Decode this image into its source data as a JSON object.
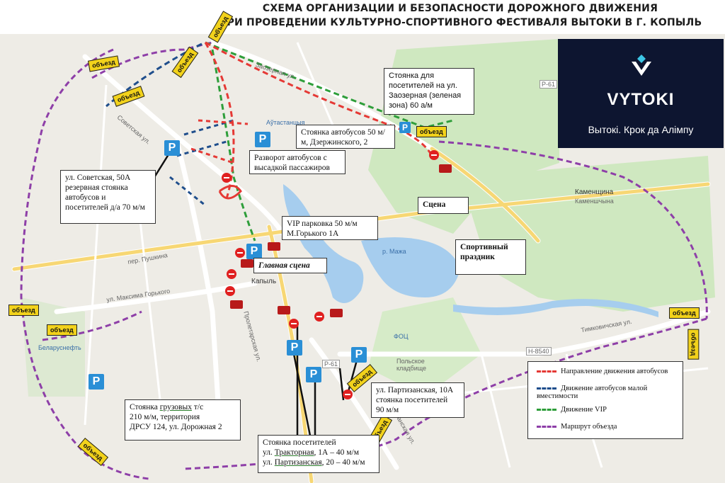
{
  "title_line1": "СХЕМА ОРГАНИЗАЦИИ И БЕЗОПАСНОСТИ ДОРОЖНОГО ДВИЖЕНИЯ",
  "title_line2": "ПРИ ПРОВЕДЕНИИ КУЛЬТУРНО-СПОРТИВНОГО ФЕСТИВАЛЯ ВЫТОКИ В Г. КОПЫЛЬ",
  "logo": {
    "word": "VYTOKI",
    "slogan": "Вытокі. Крок да Алімпу"
  },
  "colors": {
    "bus": "#e53935",
    "small_bus": "#1f4e8c",
    "vip": "#2e9e3a",
    "detour": "#8e3fa8",
    "parking": "#2a8fd6",
    "detour_sign": "#f2d21b"
  },
  "callouts": {
    "parking_zaozernaya": "Стоянка для посетителей на ул. Заозерная (зеленая зона) 60 а/м",
    "bus_dzerzhinskogo": "Стоянка автобусов 50 м/м, Дзержинского, 2",
    "bus_turn": "Разворот автобусов с высадкой пассажиров",
    "sovetskaya_l1": "ул. Советская, 50А",
    "sovetskaya_l2": "резервная стоянка",
    "sovetskaya_l3": "автобусов и",
    "sovetskaya_l4": "посетителей д/а 70 м/м",
    "vip_l1": "VIP парковка 50 м/м",
    "vip_l2": "М.Горького 1А",
    "main_stage": "Главная сцена",
    "stage": "Сцена",
    "sport_l1": "Спортивный",
    "sport_l2": "праздник",
    "trucks_l1a": "Стоянка ",
    "trucks_l1b": "грузовых",
    "trucks_l1c": " т/с",
    "trucks_l2": "210 м/м, территория",
    "trucks_l3": "ДРСУ 124, ул. Дорожная 2",
    "partizanskaya_l1": "ул. Партизанская, 10А",
    "partizanskaya_l2": "стоянка посетителей",
    "partizanskaya_l3": "90 м/м",
    "visitors_l1": "Стоянка посетителей",
    "visitors_l2a": "ул. ",
    "visitors_l2b": "Тракторная",
    "visitors_l2c": ", 1А – 40 м/м",
    "visitors_l3a": "ул. ",
    "visitors_l3b": "Партизанская",
    "visitors_l3c": ", 20 – 40 м/м"
  },
  "legend": [
    {
      "label": "Направление движения автобусов",
      "color": "#e53935"
    },
    {
      "label": "Движение автобусов малой вместимости",
      "color": "#1f4e8c"
    },
    {
      "label": "Движение VIP",
      "color": "#2e9e3a"
    },
    {
      "label": "Маршрут объезда",
      "color": "#8e3fa8"
    }
  ],
  "detour_sign": "объезд",
  "parking_letter": "P",
  "map_labels": {
    "sovetskaya": "Советская ул.",
    "maxim_gorky": "ул. Максима Горького",
    "timkovichskaya": "Тимковичская ул.",
    "zaozernaya": "Заозерная ул.",
    "kamenshchina1": "Каменщина",
    "kamenshchina2": "Каменшчына",
    "kopyl": "Капыль",
    "river": "р. Мажа",
    "fok": "ФОЦ",
    "belorusneft": "Беларуснефть",
    "polish_cemetery": "Польское кладбище",
    "r61": "Р-61",
    "n8540": "Н-8540",
    "pushkina": "пер. Пушкина",
    "avtostantsiya": "Аўтастанцыя",
    "partizanskaya": "Партизанская ул.",
    "proletarskaya": "Пролетарская ул."
  }
}
